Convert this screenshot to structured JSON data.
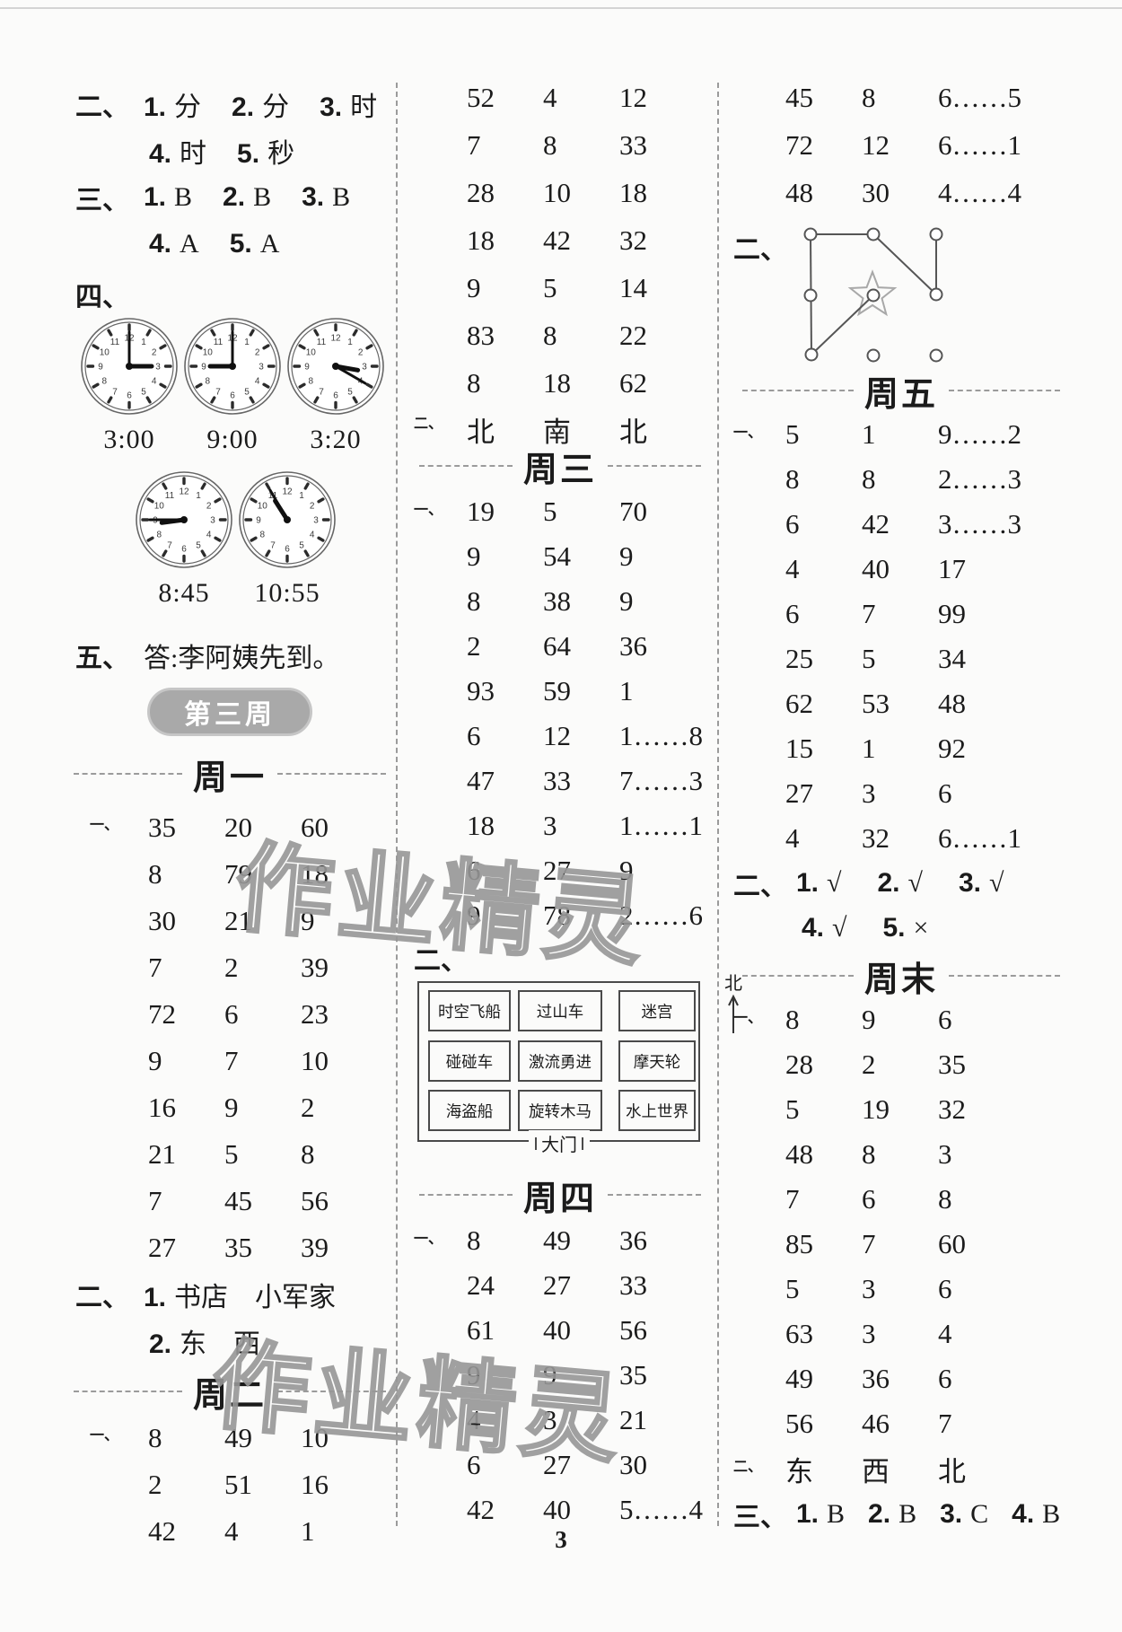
{
  "page": {
    "number": "3",
    "watermark": "作业精灵"
  },
  "col1": {
    "q2": {
      "label": "二、",
      "i1": {
        "n": "1.",
        "v": "分"
      },
      "i2": {
        "n": "2.",
        "v": "分"
      },
      "i3": {
        "n": "3.",
        "v": "时"
      },
      "i4": {
        "n": "4.",
        "v": "时"
      },
      "i5": {
        "n": "5.",
        "v": "秒"
      }
    },
    "q3": {
      "label": "三、",
      "i1": {
        "n": "1.",
        "v": "B"
      },
      "i2": {
        "n": "2.",
        "v": "B"
      },
      "i3": {
        "n": "3.",
        "v": "B"
      },
      "i4": {
        "n": "4.",
        "v": "A"
      },
      "i5": {
        "n": "5.",
        "v": "A"
      }
    },
    "q4": {
      "label": "四、",
      "clocks": [
        {
          "time": "3:00"
        },
        {
          "time": "9:00"
        },
        {
          "time": "3:20"
        },
        {
          "time": "8:45"
        },
        {
          "time": "10:55"
        }
      ]
    },
    "q5": {
      "label": "五、",
      "answer": "答:李阿姨先到。"
    },
    "badge": "第三周",
    "mon": {
      "title": "周一",
      "q1": {
        "label": "一、",
        "rows": [
          [
            "35",
            "20",
            "60"
          ],
          [
            "8",
            "79",
            "18"
          ],
          [
            "30",
            "21",
            "9"
          ],
          [
            "7",
            "2",
            "39"
          ],
          [
            "72",
            "6",
            "23"
          ],
          [
            "9",
            "7",
            "10"
          ],
          [
            "16",
            "9",
            "2"
          ],
          [
            "21",
            "5",
            "8"
          ],
          [
            "7",
            "45",
            "56"
          ],
          [
            "27",
            "35",
            "39"
          ]
        ]
      },
      "q2": {
        "label": "二、",
        "i1": {
          "n": "1.",
          "v": "书店　小军家"
        },
        "i2": {
          "n": "2.",
          "v": "东　西"
        }
      }
    },
    "tue": {
      "title": "周二",
      "q1": {
        "label": "一、",
        "rows": [
          [
            "8",
            "49",
            "10"
          ],
          [
            "2",
            "51",
            "16"
          ],
          [
            "42",
            "4",
            "1"
          ]
        ]
      }
    }
  },
  "col2": {
    "cont": {
      "rows": [
        [
          "52",
          "4",
          "12"
        ],
        [
          "7",
          "8",
          "33"
        ],
        [
          "28",
          "10",
          "18"
        ],
        [
          "18",
          "42",
          "32"
        ],
        [
          "9",
          "5",
          "14"
        ],
        [
          "83",
          "8",
          "22"
        ],
        [
          "8",
          "18",
          "62"
        ]
      ]
    },
    "q2": {
      "label": "二、",
      "rows": [
        [
          "北",
          "南",
          "北"
        ]
      ]
    },
    "wed": {
      "title": "周三",
      "q1": {
        "label": "一、",
        "rows": [
          [
            "19",
            "5",
            "70"
          ],
          [
            "9",
            "54",
            "9"
          ],
          [
            "8",
            "38",
            "9"
          ],
          [
            "2",
            "64",
            "36"
          ],
          [
            "93",
            "59",
            "1"
          ],
          [
            "6",
            "12",
            "1……8"
          ],
          [
            "47",
            "33",
            "7……3"
          ],
          [
            "18",
            "3",
            "1……1"
          ],
          [
            "6",
            "27",
            "9"
          ],
          [
            "9",
            "78",
            "2……6"
          ]
        ]
      },
      "q2": {
        "label": "二、",
        "park": {
          "cells": [
            [
              "时空飞船",
              "过山车",
              "迷宫"
            ],
            [
              "碰碰车",
              "激流勇进",
              "摩天轮"
            ],
            [
              "海盗船",
              "旋转木马",
              "水上世界"
            ]
          ],
          "gate": "大门",
          "north": "北"
        }
      }
    },
    "thu": {
      "title": "周四",
      "q1": {
        "label": "一、",
        "rows": [
          [
            "8",
            "49",
            "36"
          ],
          [
            "24",
            "27",
            "33"
          ],
          [
            "61",
            "40",
            "56"
          ],
          [
            "9",
            "9",
            "35"
          ],
          [
            "4",
            "3",
            "21"
          ],
          [
            "6",
            "27",
            "30"
          ],
          [
            "42",
            "40",
            "5……4"
          ]
        ]
      }
    }
  },
  "col3": {
    "cont": {
      "rows": [
        [
          "45",
          "8",
          "6……5"
        ],
        [
          "72",
          "12",
          "6……1"
        ],
        [
          "48",
          "30",
          "4……4"
        ]
      ]
    },
    "q2": {
      "label": "二、"
    },
    "fri": {
      "title": "周五",
      "q1": {
        "label": "一、",
        "rows": [
          [
            "5",
            "1",
            "9……2"
          ],
          [
            "8",
            "8",
            "2……3"
          ],
          [
            "6",
            "42",
            "3……3"
          ],
          [
            "4",
            "40",
            "17"
          ],
          [
            "6",
            "7",
            "99"
          ],
          [
            "25",
            "5",
            "34"
          ],
          [
            "62",
            "53",
            "48"
          ],
          [
            "15",
            "1",
            "92"
          ],
          [
            "27",
            "3",
            "6"
          ],
          [
            "4",
            "32",
            "6……1"
          ]
        ]
      },
      "q2": {
        "label": "二、",
        "i1": {
          "n": "1.",
          "v": "√"
        },
        "i2": {
          "n": "2.",
          "v": "√"
        },
        "i3": {
          "n": "3.",
          "v": "√"
        },
        "i4": {
          "n": "4.",
          "v": "√"
        },
        "i5": {
          "n": "5.",
          "v": "×"
        }
      }
    },
    "weekend": {
      "title": "周末",
      "q1": {
        "label": "一、",
        "rows": [
          [
            "8",
            "9",
            "6"
          ],
          [
            "28",
            "2",
            "35"
          ],
          [
            "5",
            "19",
            "32"
          ],
          [
            "48",
            "8",
            "3"
          ],
          [
            "7",
            "6",
            "8"
          ],
          [
            "85",
            "7",
            "60"
          ],
          [
            "5",
            "3",
            "6"
          ],
          [
            "63",
            "3",
            "4"
          ],
          [
            "49",
            "36",
            "6"
          ],
          [
            "56",
            "46",
            "7"
          ]
        ]
      },
      "q2": {
        "label": "二、",
        "rows": [
          [
            "东",
            "西",
            "北"
          ]
        ]
      },
      "q3": {
        "label": "三、",
        "i1": {
          "n": "1.",
          "v": "B"
        },
        "i2": {
          "n": "2.",
          "v": "B"
        },
        "i3": {
          "n": "3.",
          "v": "C"
        },
        "i4": {
          "n": "4.",
          "v": "B"
        }
      }
    }
  }
}
